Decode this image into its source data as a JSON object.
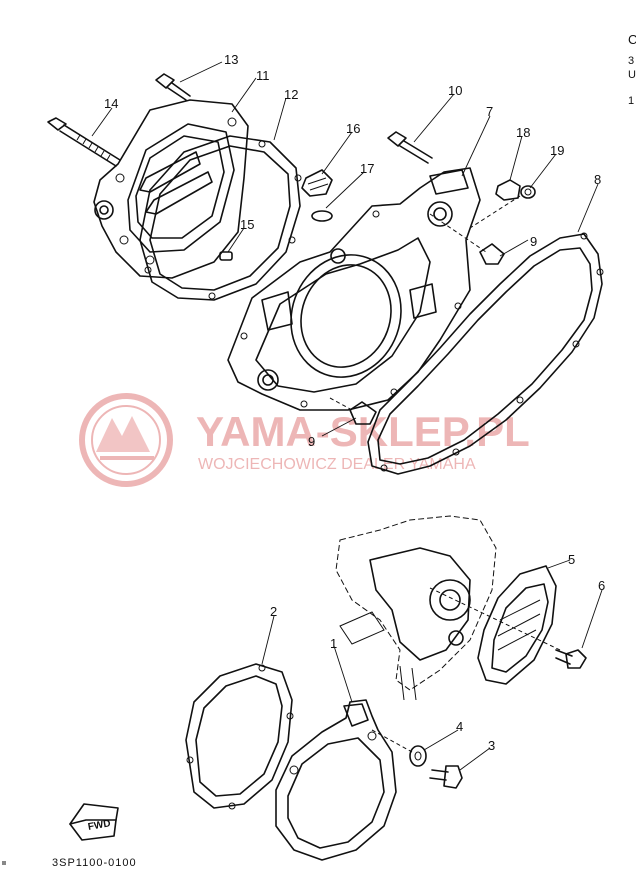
{
  "diagram": {
    "code": "3SP1100-0100",
    "fwd_label": "FWD",
    "edge_text": "C\n3\nU\n1",
    "watermark": {
      "main": "YAMA-SKLEP.PL",
      "sub": "WOJCIECHOWICZ DEALER YAMAHA",
      "color": "#e07c7c"
    },
    "callouts": [
      {
        "id": "c13",
        "label": "13"
      },
      {
        "id": "c11",
        "label": "11"
      },
      {
        "id": "c14",
        "label": "14"
      },
      {
        "id": "c12",
        "label": "12"
      },
      {
        "id": "c16",
        "label": "16"
      },
      {
        "id": "c17",
        "label": "17"
      },
      {
        "id": "c15",
        "label": "15"
      },
      {
        "id": "c10",
        "label": "10"
      },
      {
        "id": "c7",
        "label": "7"
      },
      {
        "id": "c18",
        "label": "18"
      },
      {
        "id": "c19",
        "label": "19"
      },
      {
        "id": "c8",
        "label": "8"
      },
      {
        "id": "c9a",
        "label": "9"
      },
      {
        "id": "c9b",
        "label": "9"
      },
      {
        "id": "c5",
        "label": "5"
      },
      {
        "id": "c6",
        "label": "6"
      },
      {
        "id": "c2",
        "label": "2"
      },
      {
        "id": "c1",
        "label": "1"
      },
      {
        "id": "c4",
        "label": "4"
      },
      {
        "id": "c3",
        "label": "3"
      }
    ]
  }
}
